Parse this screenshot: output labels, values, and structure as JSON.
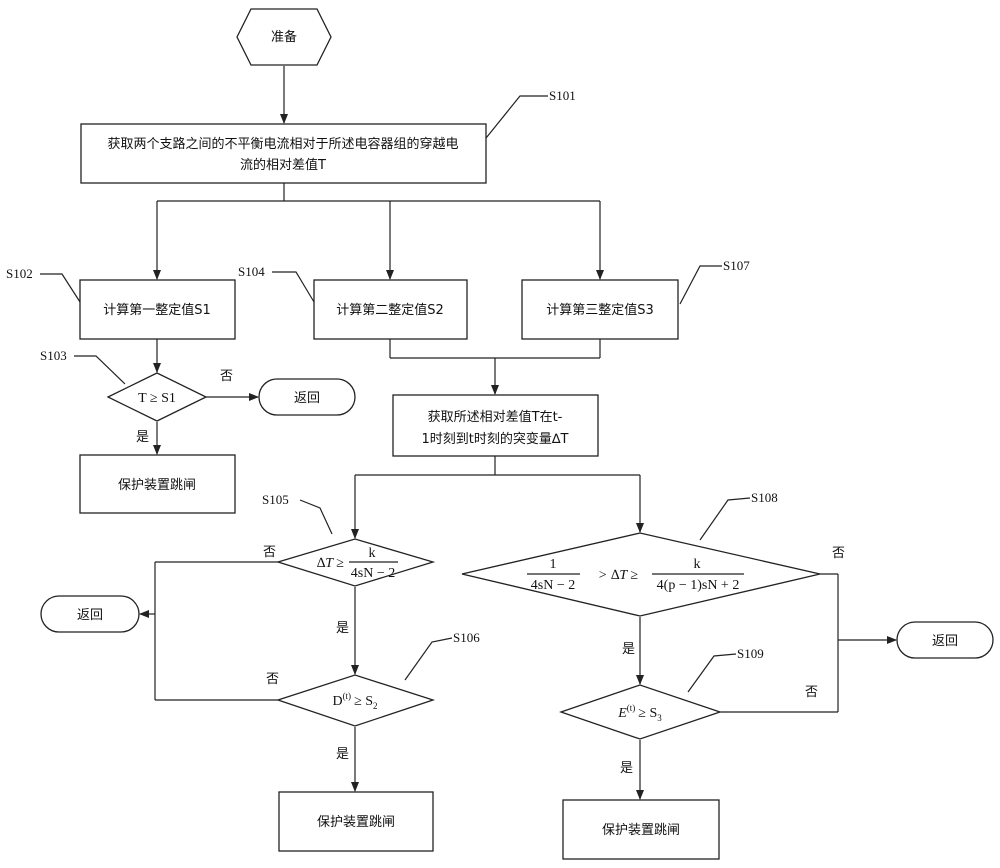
{
  "nodes": {
    "start": "准备",
    "get_t_line1": "获取两个支路之间的不平衡电流相对于所述电容器组的穿越电",
    "get_t_line2": "流的相对差值T",
    "calc_s1": "计算第一整定值S1",
    "calc_s2": "计算第二整定值S2",
    "calc_s3": "计算第三整定值S3",
    "cond_s1": "T ≥ S1",
    "return1": "返回",
    "trip1": "保护装置跳闸",
    "get_dt_line1": "获取所述相对差值T在t-",
    "get_dt_line2": "1时刻到t时刻的突变量∆T",
    "return2": "返回",
    "return3": "返回",
    "trip2": "保护装置跳闸",
    "trip3": "保护装置跳闸",
    "cond_d_base": "D",
    "cond_d_sup": "(t)",
    "cond_d_rel": "≥ S",
    "cond_d_sub": "2",
    "cond_e_base": "E",
    "cond_e_sup": "(t)",
    "cond_e_rel": "≥ S",
    "cond_e_sub": "3",
    "cond_dt1_lhs": "∆T ≥",
    "cond_dt1_num": "k",
    "cond_dt1_den": "4sN − 2",
    "cond_dt2_num1": "1",
    "cond_dt2_den1": "4sN − 2",
    "cond_dt2_mid": "> ∆T ≥",
    "cond_dt2_num2": "k",
    "cond_dt2_den2": "4(p − 1)sN + 2"
  },
  "steps": {
    "s101": "S101",
    "s102": "S102",
    "s103": "S103",
    "s104": "S104",
    "s105": "S105",
    "s106": "S106",
    "s107": "S107",
    "s108": "S108",
    "s109": "S109"
  },
  "edges": {
    "yes": "是",
    "no": "否"
  }
}
